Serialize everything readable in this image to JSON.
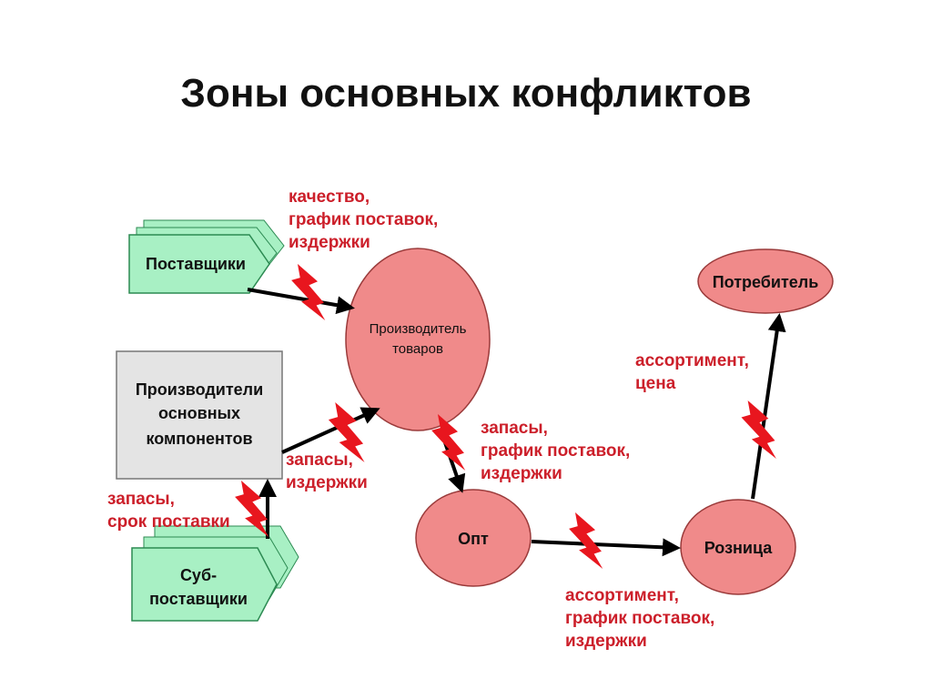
{
  "title": "Зоны основных конфликтов",
  "colors": {
    "supplier_fill": "#a8f0c4",
    "oval_fill": "#f08a8a",
    "box_fill": "#e4e4e4",
    "conflict_text": "#cc1f2a",
    "bolt": "#e8161e"
  },
  "nodes": {
    "suppliers": "Поставщики",
    "producer_line1": "Производитель",
    "producer_line2": "товаров",
    "components_line1": "Производители",
    "components_line2": "основных",
    "components_line3": "компонентов",
    "subsuppliers_line1": "Суб-",
    "subsuppliers_line2": "поставщики",
    "wholesale": "Опт",
    "retail": "Розница",
    "consumer": "Потребитель"
  },
  "conflicts": {
    "suppliers_producer": [
      "качество,",
      "график поставок,",
      "издержки"
    ],
    "components_producer": [
      "запасы,",
      "издержки"
    ],
    "sub_components": [
      "запасы,",
      "срок поставки"
    ],
    "producer_wholesale": [
      "запасы,",
      "график поставок,",
      "издержки"
    ],
    "wholesale_retail": [
      "ассортимент,",
      "график поставок,",
      "издержки"
    ],
    "retail_consumer": [
      "ассортимент,",
      "цена"
    ]
  },
  "icons": {
    "conflict": "lightning-bolt-icon",
    "flow": "arrow-icon"
  }
}
